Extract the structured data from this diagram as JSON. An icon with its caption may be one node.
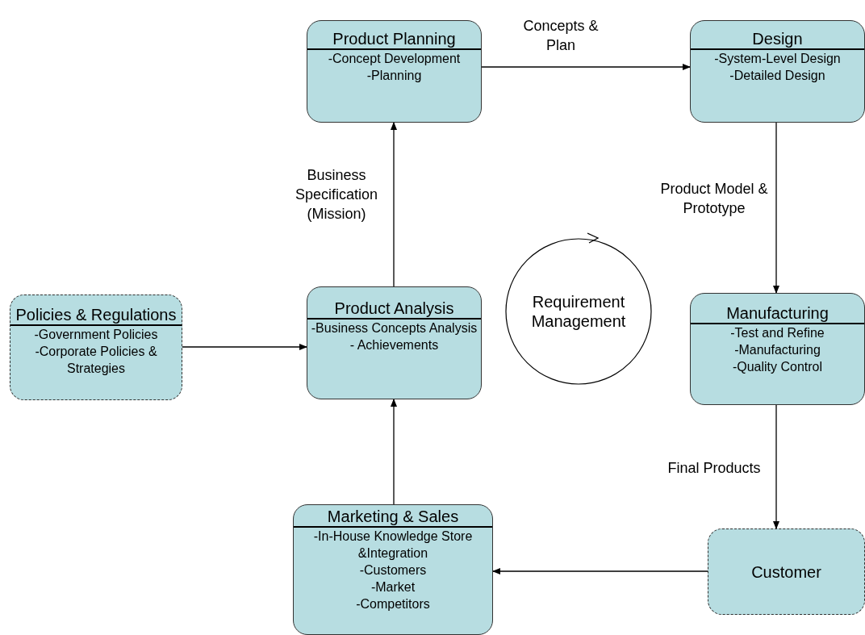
{
  "diagram": {
    "nodes": [
      {
        "text": [
          "Product Planning",
          "-Concept Development",
          "-Planning"
        ]
      },
      {
        "text": [
          "Design",
          "-System-Level Design",
          "-Detailed Design"
        ]
      },
      {
        "text": [
          "Policies & Regulations",
          "-Government Policies",
          "-Corporate Policies & Strategies"
        ]
      },
      {
        "text": [
          "Product Analysis",
          "-Business Concepts Analysis",
          "- Achievements"
        ]
      },
      {
        "text": [
          "Requirement Management"
        ]
      },
      {
        "text": [
          "Manufacturing",
          "-Test and Refine",
          "-Manufacturing",
          "-Quality Control"
        ]
      },
      {
        "text": [
          "Marketing & Sales",
          "-In-House Knowledge Store &Integration",
          "-Customers",
          "-Market",
          "-Competitors"
        ]
      },
      {
        "text": [
          "Customer"
        ]
      }
    ],
    "edges": [
      {
        "from": 0,
        "to": 1,
        "arrow": "to",
        "label": "Concepts & Plan"
      },
      {
        "from": 3,
        "to": 0,
        "arrow": "to",
        "label": "Business Specification (Mission)"
      },
      {
        "from": 1,
        "to": 5,
        "arrow": "to",
        "label": "Product Model & Prototype"
      },
      {
        "from": 2,
        "to": 3,
        "arrow": "to"
      },
      {
        "from": 5,
        "to": 7,
        "arrow": "to",
        "label": "Final Products"
      },
      {
        "from": 7,
        "to": 6,
        "arrow": "to"
      },
      {
        "from": 6,
        "to": 3,
        "arrow": "to"
      }
    ]
  }
}
